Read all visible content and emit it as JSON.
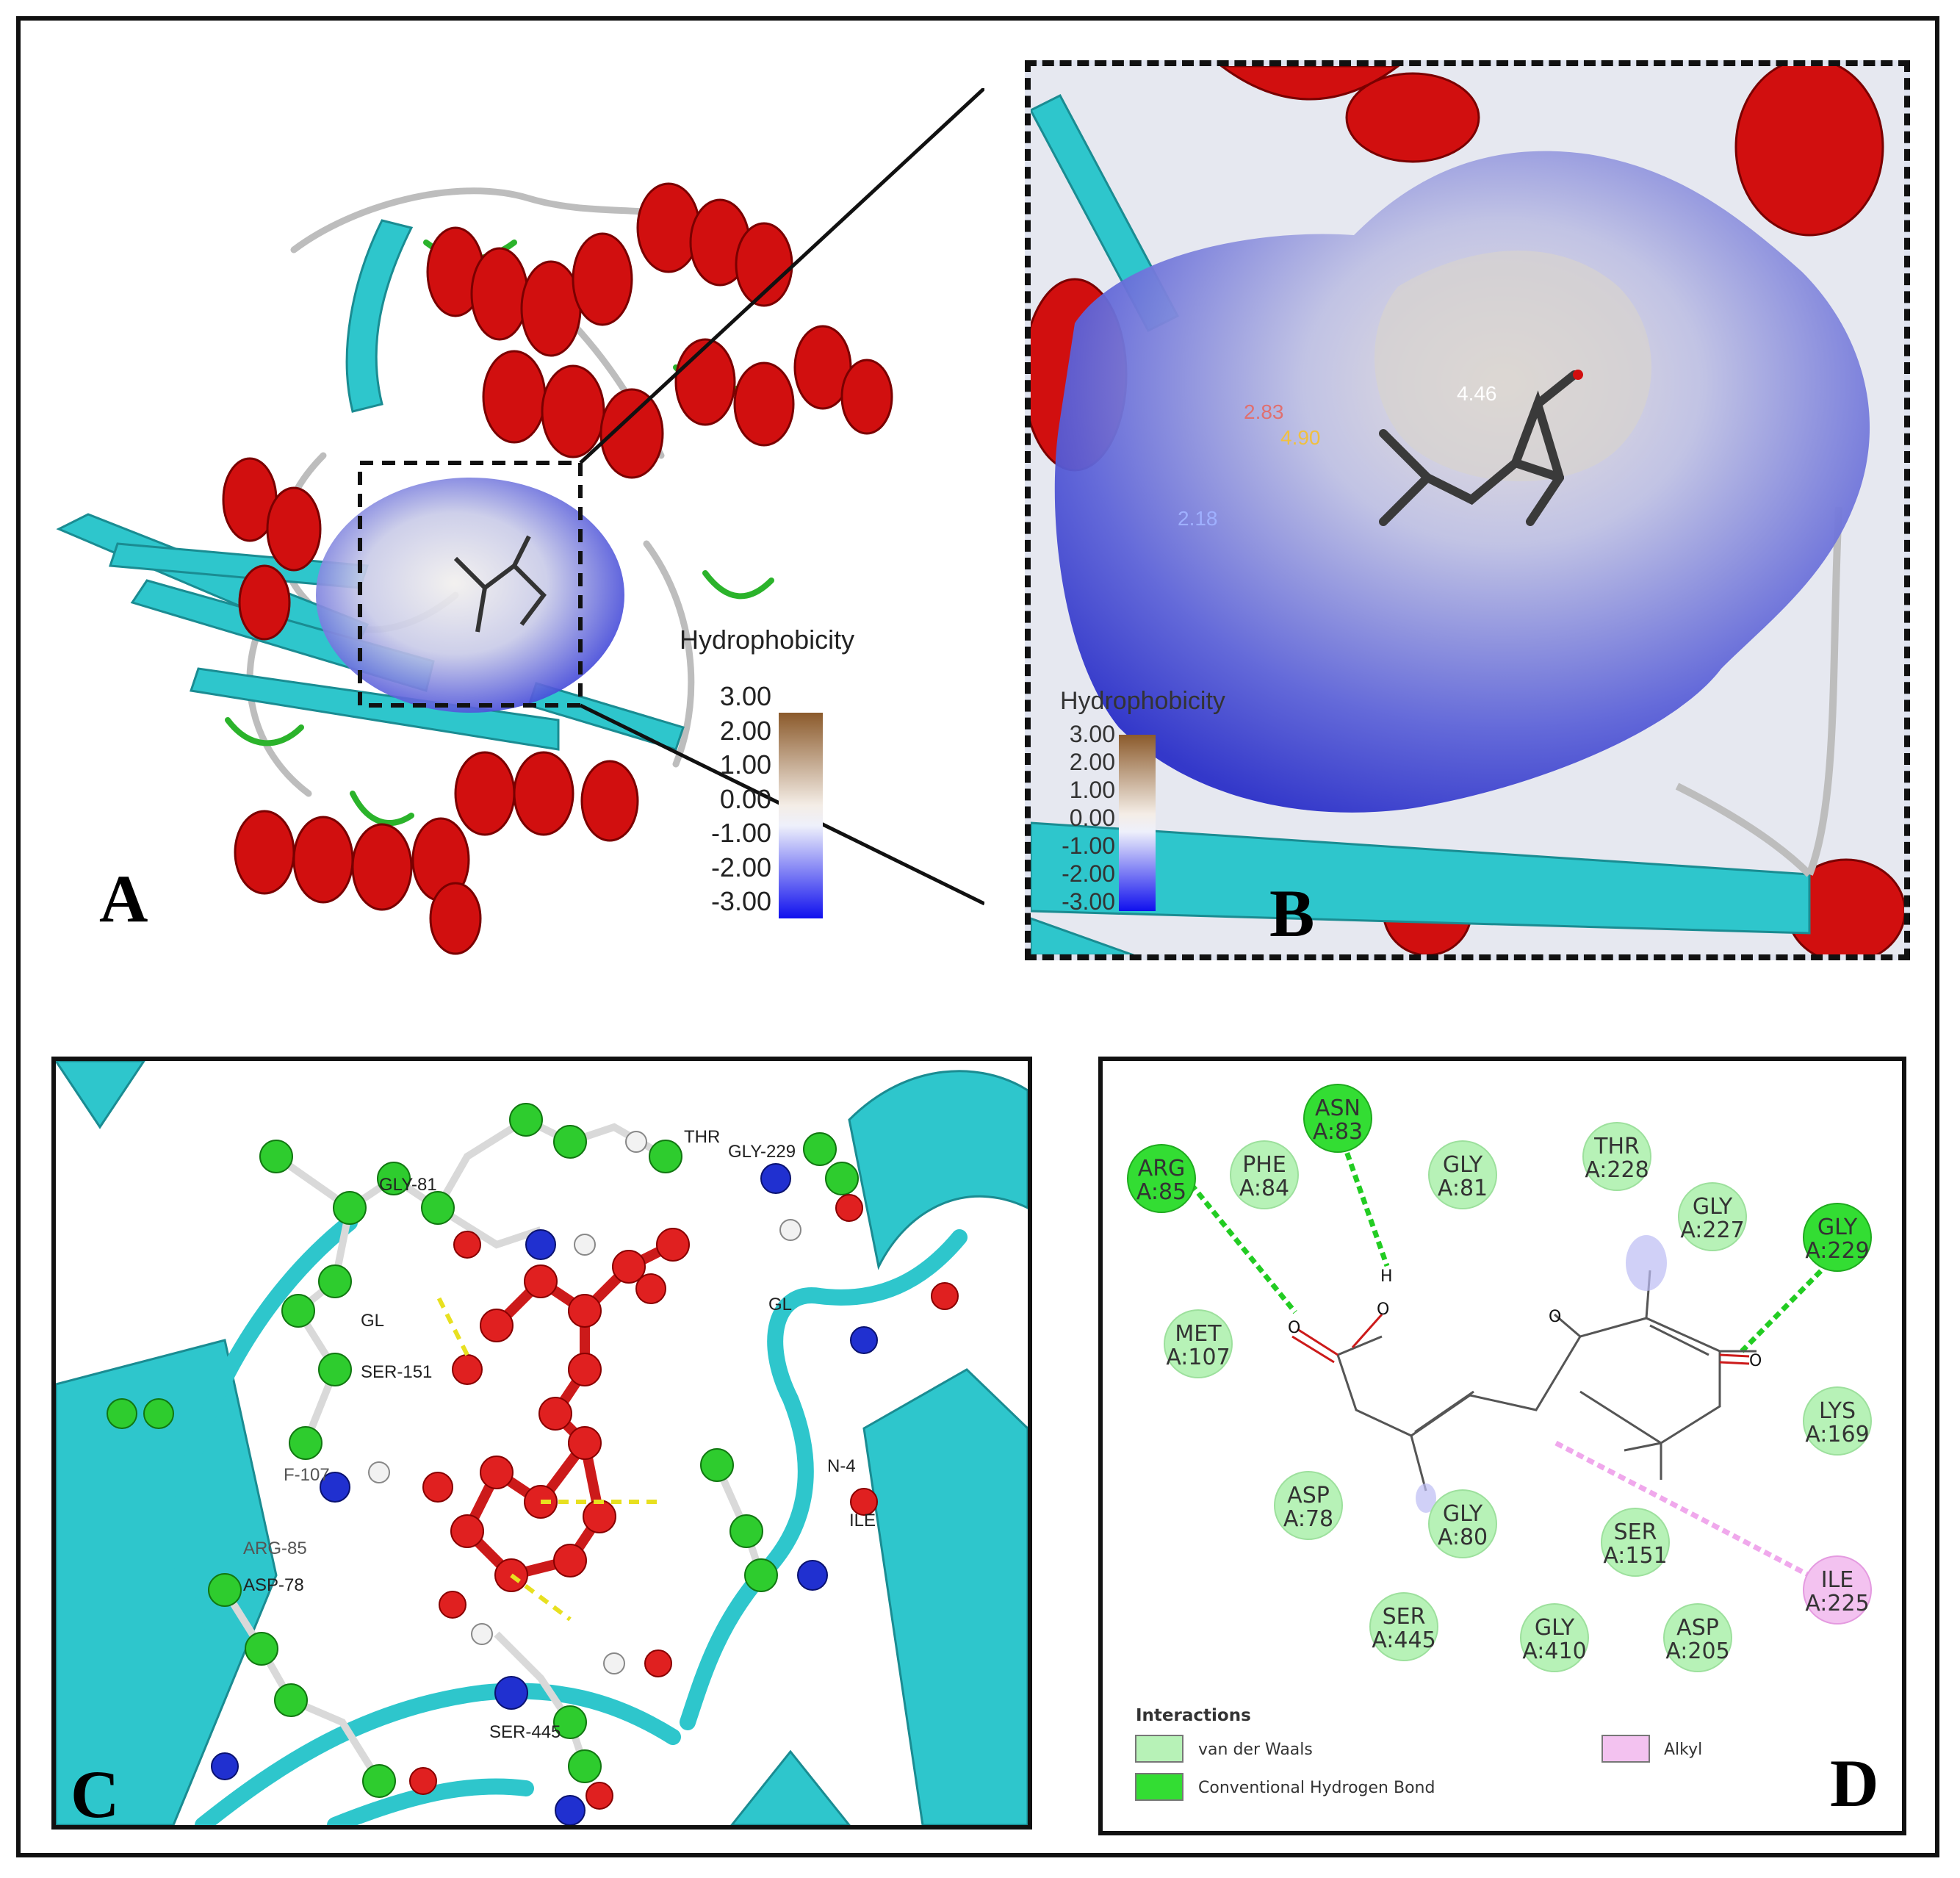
{
  "panel_a": {
    "letter": "A",
    "colorbar": {
      "title": "Hydrophobicity",
      "ticks": [
        "3.00",
        "2.00",
        "1.00",
        "0.00",
        "-1.00",
        "-2.00",
        "-3.00"
      ]
    }
  },
  "panel_b": {
    "letter": "B",
    "colorbar": {
      "title": "Hydrophobicity",
      "ticks": [
        "3.00",
        "2.00",
        "1.00",
        "0.00",
        "-1.00",
        "-2.00",
        "-3.00"
      ]
    },
    "distances": [
      "4.46",
      "4.90",
      "2.83",
      "2.18"
    ]
  },
  "panel_c": {
    "letter": "C",
    "residue_labels": [
      "GLY-81",
      "THR",
      "GLY-229",
      "SER-151",
      "ARG-85",
      "ASP-78",
      "SER-445",
      "ILE",
      "GL",
      "GL",
      "F-107",
      "N-4"
    ]
  },
  "panel_d": {
    "letter": "D",
    "residues": [
      {
        "name": "ARG",
        "id": "A:85",
        "type": "hbond"
      },
      {
        "name": "PHE",
        "id": "A:84",
        "type": "vdw"
      },
      {
        "name": "ASN",
        "id": "A:83",
        "type": "hbond"
      },
      {
        "name": "GLY",
        "id": "A:81",
        "type": "vdw"
      },
      {
        "name": "THR",
        "id": "A:228",
        "type": "vdw"
      },
      {
        "name": "GLY",
        "id": "A:227",
        "type": "vdw"
      },
      {
        "name": "GLY",
        "id": "A:229",
        "type": "hbond"
      },
      {
        "name": "MET",
        "id": "A:107",
        "type": "vdw"
      },
      {
        "name": "LYS",
        "id": "A:169",
        "type": "vdw"
      },
      {
        "name": "ASP",
        "id": "A:78",
        "type": "vdw"
      },
      {
        "name": "GLY",
        "id": "A:80",
        "type": "vdw"
      },
      {
        "name": "SER",
        "id": "A:151",
        "type": "vdw"
      },
      {
        "name": "ILE",
        "id": "A:225",
        "type": "alkyl"
      },
      {
        "name": "SER",
        "id": "A:445",
        "type": "vdw"
      },
      {
        "name": "GLY",
        "id": "A:410",
        "type": "vdw"
      },
      {
        "name": "ASP",
        "id": "A:205",
        "type": "vdw"
      }
    ],
    "atoms": {
      "o": "O",
      "h": "H"
    },
    "legend": {
      "title": "Interactions",
      "vdw": "van der Waals",
      "hbond": "Conventional Hydrogen Bond",
      "alkyl": "Alkyl"
    },
    "colors": {
      "vdw": "#b7f2b7",
      "hbond": "#33dd33",
      "alkyl": "#f3c2f0",
      "hbond_line": "#22cc22",
      "alkyl_line": "#f0a8ec"
    }
  }
}
